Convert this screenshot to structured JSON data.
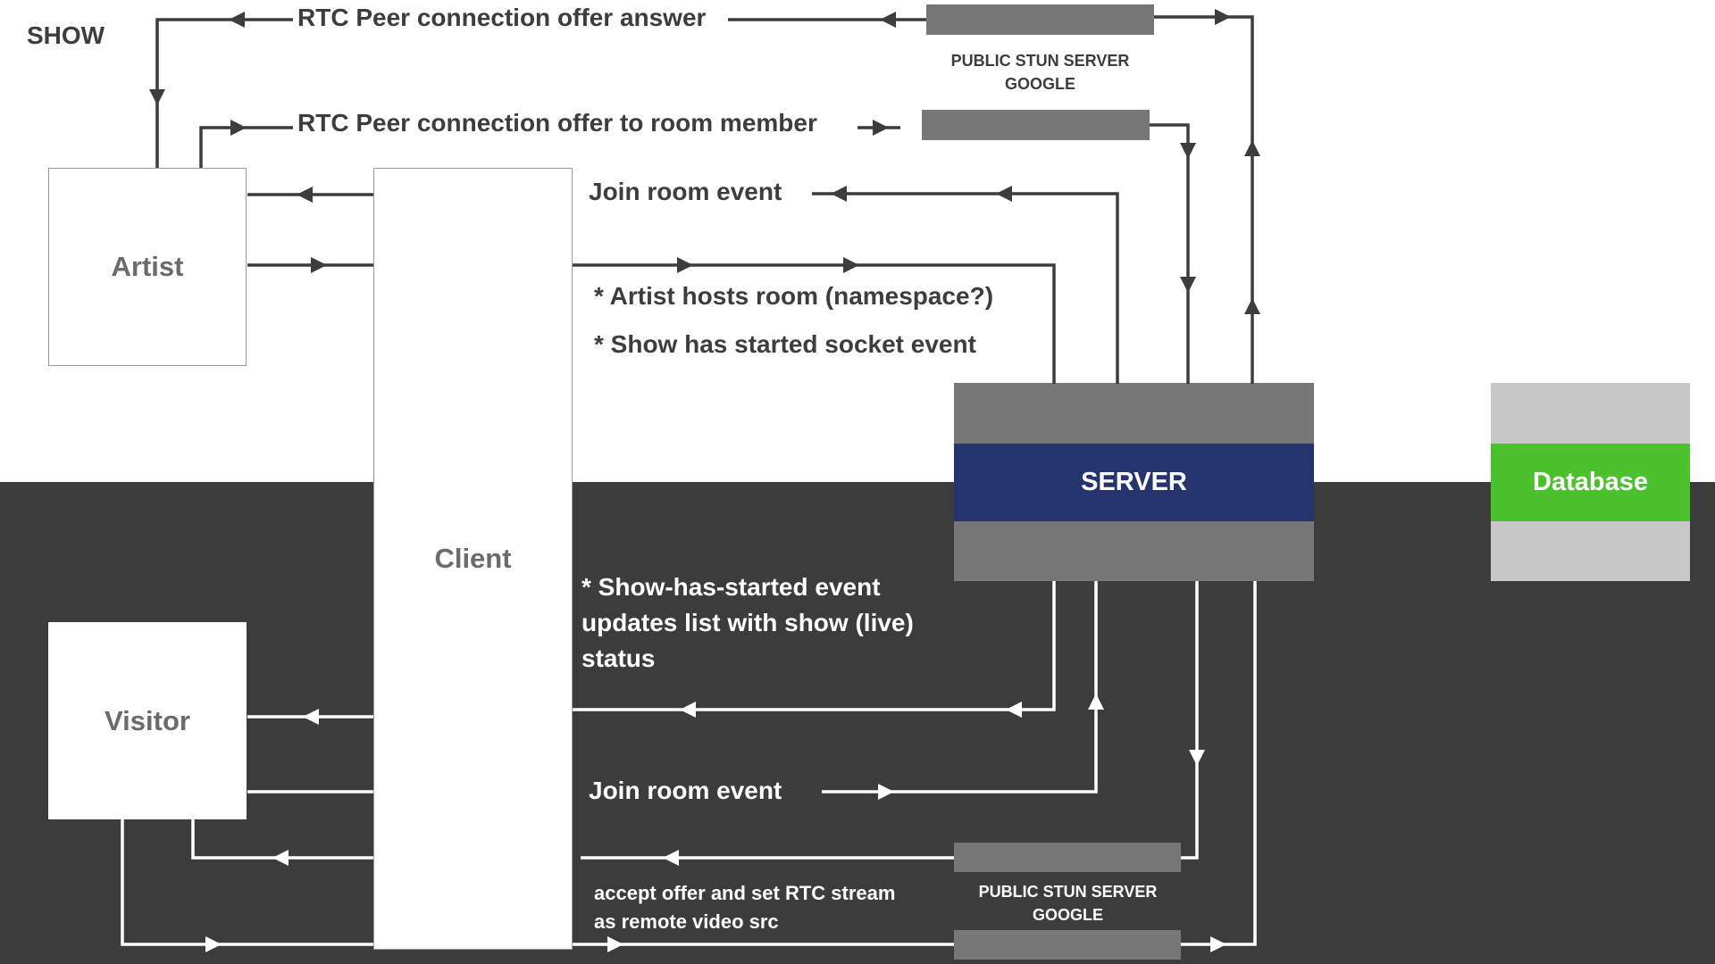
{
  "title": "SHOW",
  "nodes": {
    "artist": "Artist",
    "client": "Client",
    "visitor": "Visitor",
    "server": "SERVER",
    "database": "Database",
    "stun_label": "PUBLIC STUN SERVER\nGOOGLE"
  },
  "labels": {
    "offer_answer": "RTC Peer connection offer answer",
    "offer_room_member": "RTC Peer connection offer to room member",
    "join_room_top": "Join room event",
    "artist_hosts": "* Artist hosts room (namespace?)",
    "show_started": "* Show has started socket event",
    "show_started_bottom": "* Show-has-started event\nupdates list with show (live)\nstatus",
    "join_room_bottom": "Join room event",
    "accept_offer": "accept offer and set RTC stream\nas remote video src"
  },
  "colors": {
    "line_dark": "#3d3d3d",
    "line_light": "#ffffff",
    "server": "#26346e",
    "database": "#4cc12e"
  }
}
